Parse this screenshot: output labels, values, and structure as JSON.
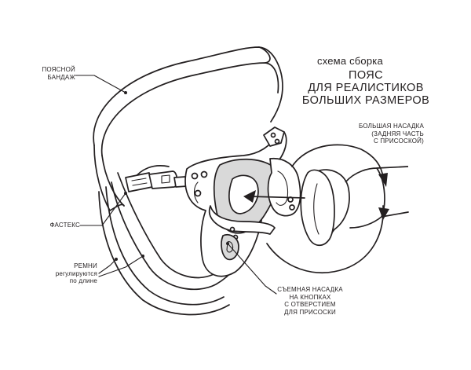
{
  "title": {
    "subtitle": "схема сборка",
    "line1": "ПОЯС",
    "line2": "ДЛЯ РЕАЛИСТИКОВ",
    "line3": "БОЛЬШИХ РАЗМЕРОВ"
  },
  "labels": {
    "belt": {
      "line1": "ПОЯСНОЙ",
      "line2": "БАНДАЖ"
    },
    "buckle": {
      "line1": "ФАСТЕКС"
    },
    "straps": {
      "line1": "РЕМНИ",
      "line2": "регулируются",
      "line3": "по длине"
    },
    "big_nozzle": {
      "line1": "БОЛЬШАЯ НАСАДКА",
      "line2": "(ЗАДНЯЯ ЧАСТЬ",
      "line3": "С ПРИСОСКОЙ)"
    },
    "removable_nozzle": {
      "line1": "СЪЕМНАЯ НАСАДКА",
      "line2": "НА КНОПКАХ",
      "line3": "С ОТВЕРСТИЕМ",
      "line4": "ДЛЯ ПРИСОСКИ"
    }
  },
  "colors": {
    "line": "#231f20",
    "fill_gray": "#d9d9d9",
    "background": "#ffffff"
  }
}
